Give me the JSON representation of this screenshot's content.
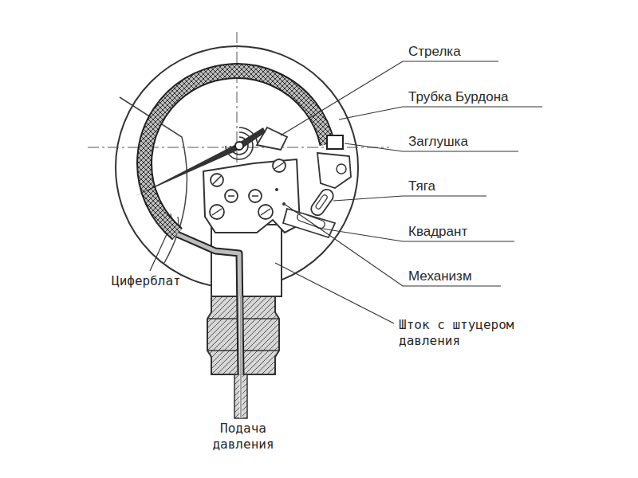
{
  "diagram": {
    "labels": [
      "Стрелка",
      "Трубка Бурдона",
      "Заглушка",
      "Тяга",
      "Квадрант",
      "Механизм",
      "Циферблат",
      "Шток с штуцером давления",
      "Подача давления"
    ]
  }
}
